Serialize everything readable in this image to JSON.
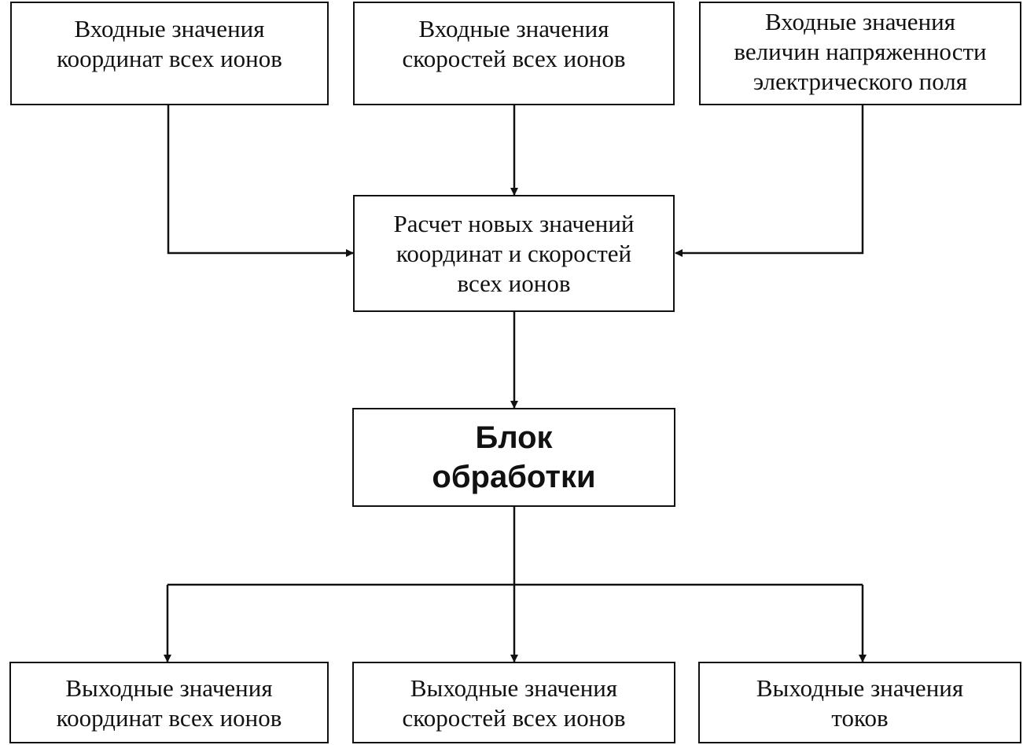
{
  "diagram": {
    "inputs": [
      {
        "id": "input-coordinates",
        "text": "Входные значения\nкоординат всех ионов"
      },
      {
        "id": "input-velocities",
        "text": "Входные значения\nскоростей всех ионов"
      },
      {
        "id": "input-field",
        "text": "Входные значения\nвеличин напряженности\nэлектрического поля"
      }
    ],
    "calculation": {
      "text": "Расчет новых значений\nкоординат и скоростей\nвсех ионов"
    },
    "processing": {
      "text": "Блок\nобработки"
    },
    "outputs": [
      {
        "id": "output-coordinates",
        "text": "Выходные значения\nкоординат всех ионов"
      },
      {
        "id": "output-velocities",
        "text": "Выходные значения\nскоростей всех ионов"
      },
      {
        "id": "output-currents",
        "text": "Выходные значения\nтоков"
      }
    ],
    "colors": {
      "line": "#111111",
      "box_fill": "#ffffff"
    }
  }
}
